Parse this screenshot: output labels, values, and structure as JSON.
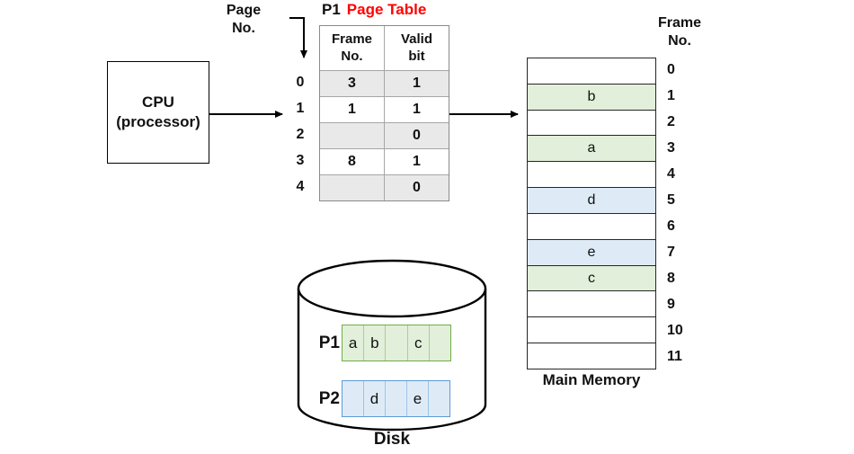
{
  "labels": {
    "page_no": "Page\nNo.",
    "frame_no": "Frame\nNo."
  },
  "cpu": {
    "title": "CPU",
    "subtitle": "(processor)"
  },
  "page_table": {
    "process": "P1",
    "title": "Page Table",
    "col_frame": "Frame\nNo.",
    "col_valid": "Valid\nbit",
    "rows": [
      {
        "page": "0",
        "frame": "3",
        "valid": "1",
        "shaded": true
      },
      {
        "page": "1",
        "frame": "1",
        "valid": "1",
        "shaded": false
      },
      {
        "page": "2",
        "frame": "",
        "valid": "0",
        "shaded": true
      },
      {
        "page": "3",
        "frame": "8",
        "valid": "1",
        "shaded": false
      },
      {
        "page": "4",
        "frame": "",
        "valid": "0",
        "shaded": true
      }
    ]
  },
  "main_memory": {
    "caption": "Main Memory",
    "frames": [
      {
        "no": "0",
        "content": "",
        "fill": "white"
      },
      {
        "no": "1",
        "content": "b",
        "fill": "green"
      },
      {
        "no": "2",
        "content": "",
        "fill": "white"
      },
      {
        "no": "3",
        "content": "a",
        "fill": "green"
      },
      {
        "no": "4",
        "content": "",
        "fill": "white"
      },
      {
        "no": "5",
        "content": "d",
        "fill": "blue"
      },
      {
        "no": "6",
        "content": "",
        "fill": "white"
      },
      {
        "no": "7",
        "content": "e",
        "fill": "blue"
      },
      {
        "no": "8",
        "content": "c",
        "fill": "green"
      },
      {
        "no": "9",
        "content": "",
        "fill": "white"
      },
      {
        "no": "10",
        "content": "",
        "fill": "white"
      },
      {
        "no": "11",
        "content": "",
        "fill": "white"
      }
    ]
  },
  "disk": {
    "caption": "Disk",
    "pages": [
      {
        "label": "P1",
        "color": "green",
        "cells": [
          "a",
          "b",
          "",
          "c",
          ""
        ]
      },
      {
        "label": "P2",
        "color": "blue",
        "cells": [
          "",
          "d",
          "",
          "e",
          ""
        ]
      }
    ]
  },
  "colors": {
    "title_red": "#ff0000",
    "memory_green_fill": "#e2efda",
    "memory_blue_fill": "#deebf7",
    "disk_green_border": "#70ad47",
    "disk_blue_border": "#5b9bd5",
    "table_shaded_row": "#e9e9e9",
    "table_grid": "#a6a6a6"
  }
}
